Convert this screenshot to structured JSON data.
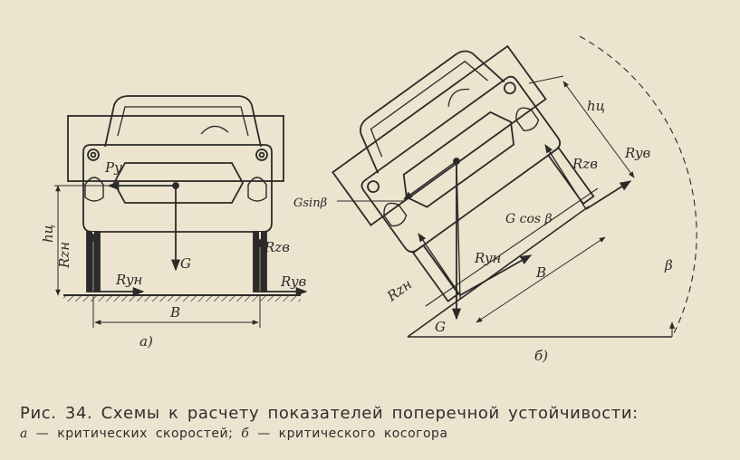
{
  "figure": {
    "diagram_a": {
      "labels": {
        "force_py": "Py",
        "height_hc": "hц",
        "reaction_rzn": "Rzн",
        "reaction_rzv": "Rzв",
        "reaction_ryn": "Ryн",
        "reaction_ryv": "Ryв",
        "weight_g": "G",
        "track_b": "B"
      },
      "sub_label": "а)"
    },
    "diagram_b": {
      "labels": {
        "height_hc": "hц",
        "reaction_ryv": "Ryв",
        "reaction_rzv": "Rzв",
        "g_sin": "Gsinβ",
        "g_cos": "G cos β",
        "reaction_ryn": "Ryн",
        "track_b": "B",
        "reaction_rzn": "Rzн",
        "weight_g": "G",
        "angle_beta": "β"
      },
      "sub_label": "б)"
    }
  },
  "caption": {
    "line1": "Рис. 34. Схемы к расчету показателей поперечной устойчивости:",
    "line2_a_marker": "а",
    "line2_a_text": " — критических скоростей; ",
    "line2_b_marker": "б",
    "line2_b_text": " — критического косогора"
  }
}
